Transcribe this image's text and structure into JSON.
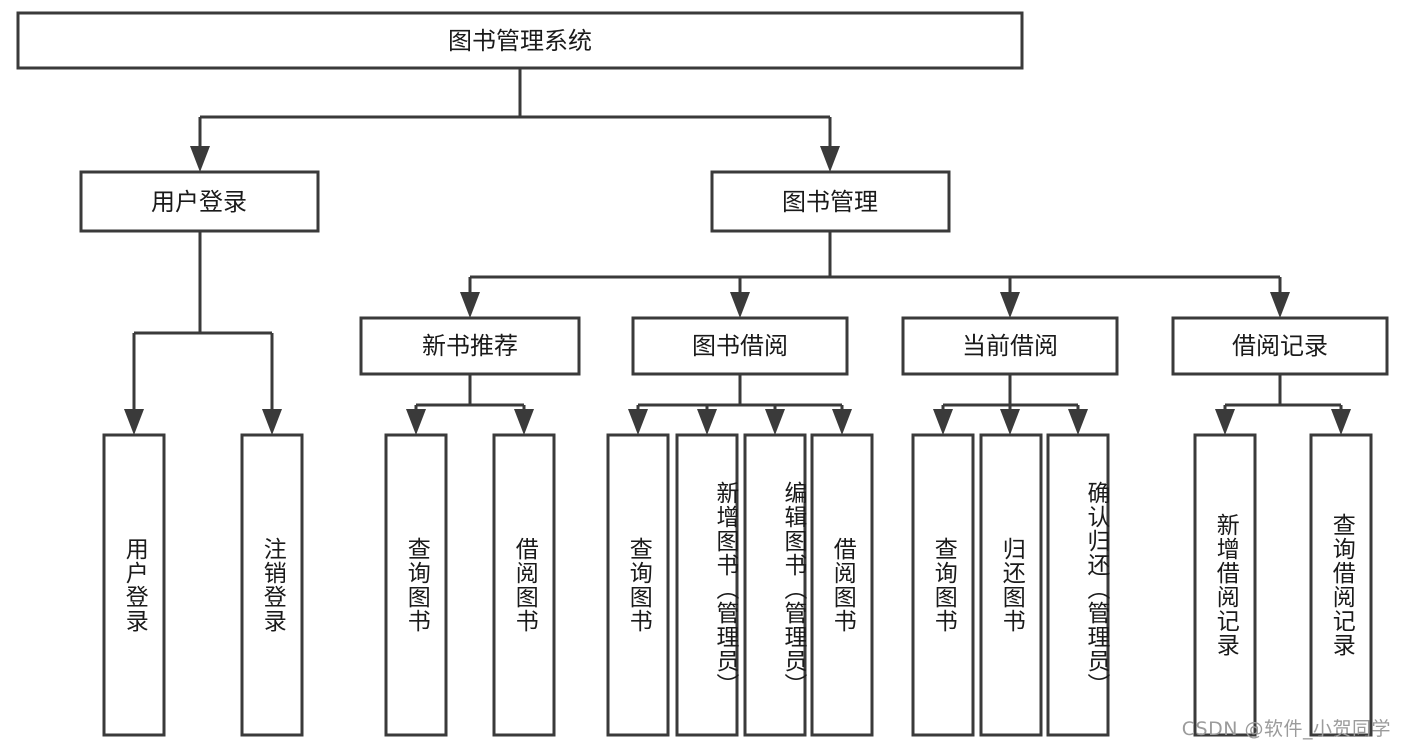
{
  "diagram": {
    "title": "图书管理系统",
    "type": "tree-hierarchy-chart",
    "watermark": "CSDN @软件_小贺同学",
    "colors": {
      "box_stroke": "#3a3a3a",
      "box_fill": "#ffffff",
      "text": "#1a1a1a",
      "background": "#ffffff",
      "watermark": "#9b9b9b"
    },
    "root": {
      "label": "图书管理系统"
    },
    "level2": [
      {
        "label": "用户登录"
      },
      {
        "label": "图书管理"
      }
    ],
    "level3": [
      {
        "label": "新书推荐"
      },
      {
        "label": "图书借阅"
      },
      {
        "label": "当前借阅"
      },
      {
        "label": "借阅记录"
      }
    ],
    "leaves": {
      "user_login": [
        {
          "label": "用户登录"
        },
        {
          "label": "注销登录"
        }
      ],
      "new_book_recommend": [
        {
          "label": "查询图书"
        },
        {
          "label": "借阅图书"
        }
      ],
      "book_borrow": [
        {
          "label": "查询图书"
        },
        {
          "label": "新增图书（管理员）"
        },
        {
          "label": "编辑图书（管理员）"
        },
        {
          "label": "借阅图书"
        }
      ],
      "current_borrow": [
        {
          "label": "查询图书"
        },
        {
          "label": "归还图书"
        },
        {
          "label": "确认归还（管理员）"
        }
      ],
      "borrow_record": [
        {
          "label": "新增借阅记录"
        },
        {
          "label": "查询借阅记录"
        }
      ]
    }
  }
}
